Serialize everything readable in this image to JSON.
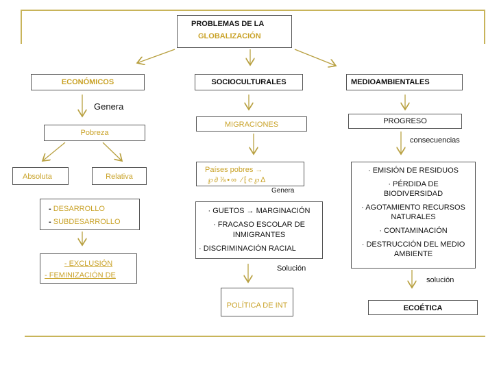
{
  "title_line1": "PROBLEMAS DE LA",
  "title_line2": "GLOBALIZACIÓN",
  "categories": {
    "economicos": "ECONÓMICOS",
    "socioculturales": "SOCIOCULTURALES",
    "medioambientales": "MEDIOAMBIENTALES"
  },
  "labels": {
    "genera": "Genera",
    "consecuencias": "consecuencias",
    "genera_small": "Genera",
    "solucion1": "Solución",
    "solucion2": "solución"
  },
  "pobreza": "Pobreza",
  "absoluta": "Absoluta",
  "relativa": "Relativa",
  "desarrollo_prefix": "- ",
  "desarrollo": "DESARROLLO",
  "subdesarrollo_prefix": "- ",
  "subdesarrollo": "SUBDESARROLLO",
  "exclusion": "- EXCLUSIÓN",
  "feminizacion": "- FEMINIZACIÓN DE",
  "migraciones": "MIGRACIONES",
  "paises_pobres": "Países pobres →",
  "paises_garbled": "℘∂⅞•∞ ⁄⁅℮℘∆",
  "socio_items": [
    "· GUETOS → MARGINACIÓN",
    "·  FRACASO ESCOLAR DE INMIGRANTES",
    "·   DISCRIMINACIÓN RACIAL"
  ],
  "politica": "POLÍTICA DE INT",
  "progreso": "PROGRESO",
  "medio_items": [
    "· EMISIÓN DE RESIDUOS",
    "· PÉRDIDA DE BIODIVERSIDAD",
    "· AGOTAMIENTO RECURSOS NATURALES",
    "· CONTAMINACIÓN",
    "· DESTRUCCIÓN DEL MEDIO AMBIENTE"
  ],
  "ecoetica": "ECOÉTICA",
  "colors": {
    "gold": "#c9a227",
    "frame": "#c8b45a",
    "arrow": "#b8a040"
  }
}
